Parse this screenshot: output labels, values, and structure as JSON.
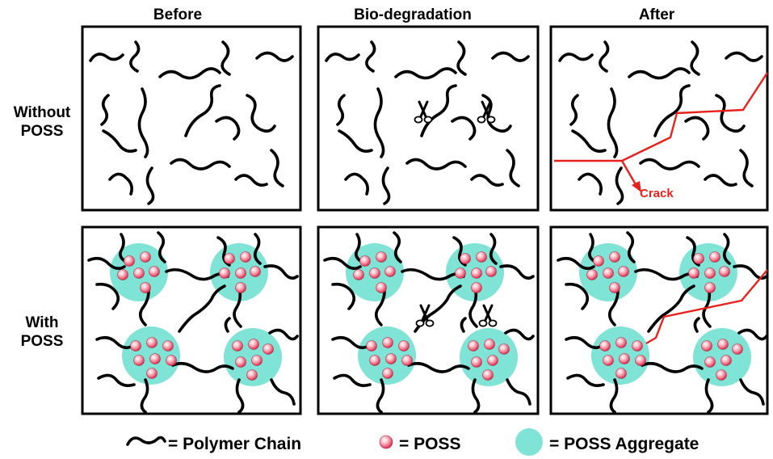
{
  "columns": {
    "before": "Before",
    "biodegradation": "Bio-degradation",
    "after": "After"
  },
  "rows": {
    "without_line1": "Without",
    "without_line2": "POSS",
    "with_line1": "With",
    "with_line2": "POSS"
  },
  "crack_label": "Crack",
  "legend": {
    "polymer_chain": "= Polymer Chain",
    "poss": "= POSS",
    "poss_aggregate": "= POSS Aggregate"
  },
  "colors": {
    "chain": "#000000",
    "crack": "#e8211c",
    "aggregate": "#7fe3d6",
    "poss": "#f0607a",
    "frame": "#000000"
  },
  "icons": {
    "scissors": "scissors-icon",
    "poss_particle": "poss-sphere-icon"
  }
}
